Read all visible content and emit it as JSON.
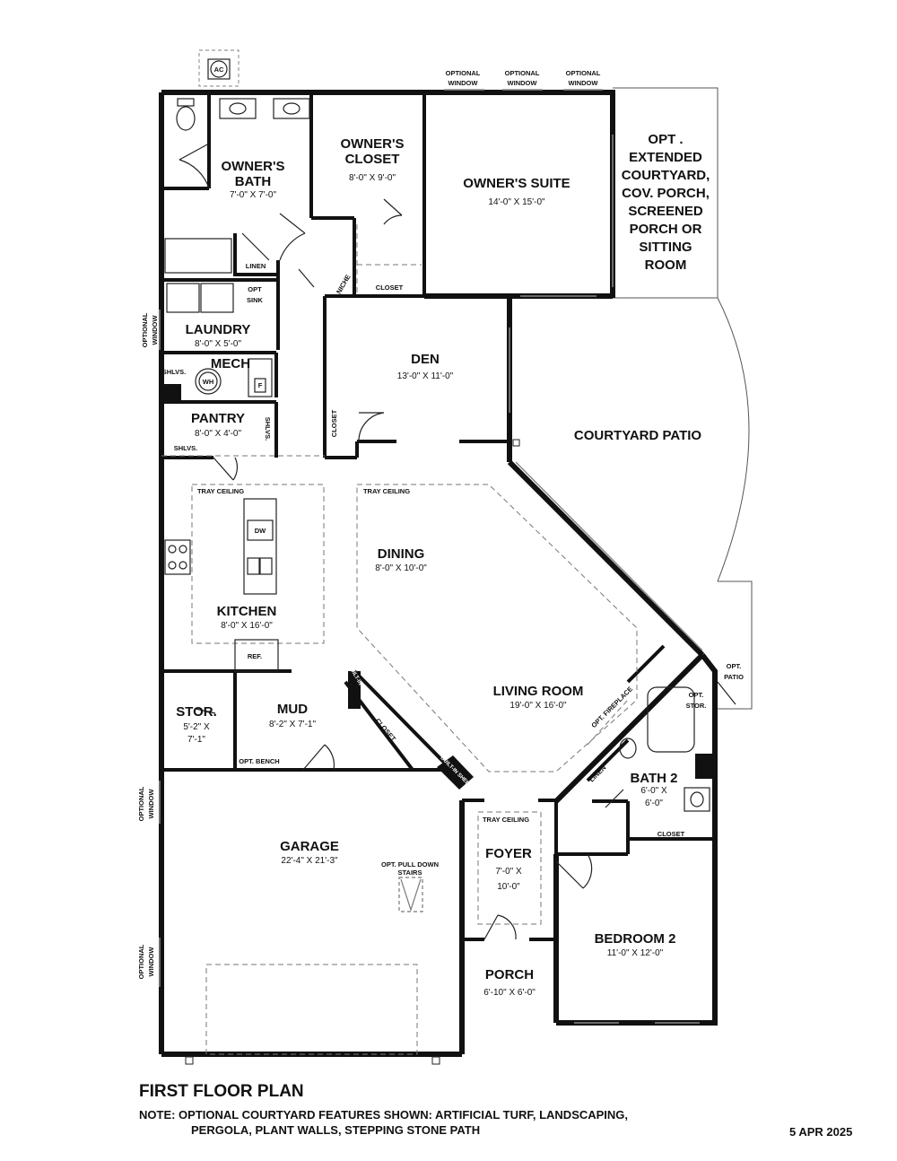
{
  "plan": {
    "title": "FIRST FLOOR PLAN",
    "note_line1": "NOTE: OPTIONAL COURTYARD FEATURES SHOWN: ARTIFICIAL TURF, LANDSCAPING,",
    "note_line2": "PERGOLA, PLANT WALLS, STEPPING STONE PATH",
    "date": "5 APR 2025"
  },
  "rooms": {
    "owners_bath": {
      "name": "OWNER'S BATH",
      "name_l1": "OWNER'S",
      "name_l2": "BATH",
      "dim": "7'-0\" X 7'-0\""
    },
    "owners_closet": {
      "name_l1": "OWNER'S",
      "name_l2": "CLOSET",
      "dim": "8'-0\" X 9'-0\""
    },
    "owners_suite": {
      "name": "OWNER'S SUITE",
      "dim": "14'-0\" X 15'-0\""
    },
    "laundry": {
      "name": "LAUNDRY",
      "dim": "8'-0\" X 5'-0\""
    },
    "mech": {
      "name": "MECH"
    },
    "pantry": {
      "name": "PANTRY",
      "dim": "8'-0\" X 4'-0\""
    },
    "den": {
      "name": "DEN",
      "dim": "13'-0\" X 11'-0\""
    },
    "courtyard_patio": {
      "name": "COURTYARD PATIO"
    },
    "kitchen": {
      "name": "KITCHEN",
      "dim": "8'-0\" X  16'-0\""
    },
    "dining": {
      "name": "DINING",
      "dim": "8'-0\" X 10'-0\""
    },
    "living_room": {
      "name": "LIVING ROOM",
      "dim": "19'-0\" X 16'-0\""
    },
    "stor": {
      "name": "STOR.",
      "dim_l1": "5'-2\" X",
      "dim_l2": "7'-1\""
    },
    "mud": {
      "name": "MUD",
      "dim": "8'-2\" X  7'-1\""
    },
    "garage": {
      "name": "GARAGE",
      "dim": "22'-4\" X 21'-3\""
    },
    "foyer": {
      "name": "FOYER",
      "dim_l1": "7'-0\" X",
      "dim_l2": "10'-0\""
    },
    "porch": {
      "name": "PORCH",
      "dim": "6'-10\" X 6'-0\""
    },
    "bath2": {
      "name": "BATH 2",
      "dim_l1": "6'-0\" X",
      "dim_l2": "6'-0\""
    },
    "bedroom2": {
      "name": "BEDROOM 2",
      "dim": "11'-0\" X 12'-0\""
    },
    "opt_courtyard": {
      "lines": [
        "OPT .",
        "EXTENDED",
        "COURTYARD,",
        "COV. PORCH,",
        "SCREENED",
        "PORCH OR",
        "SITTING",
        "ROOM"
      ]
    }
  },
  "labels": {
    "ac": "AC",
    "opt_window": "OPTIONAL",
    "opt_window2": "WINDOW",
    "linen": "LINEN",
    "closet": "CLOSET",
    "niche": "NICHE",
    "opt_sink_l1": "OPT",
    "opt_sink_l2": "SINK",
    "shlvs": "SHLVS.",
    "wh": "WH",
    "f": "F",
    "tray_ceiling": "TRAY CEILING",
    "dw": "DW",
    "ref": "REF.",
    "built_in_shelves": "BUILT-IN SHELVES",
    "opt_bench": "OPT. BENCH",
    "opt_fireplace": "OPT. FIREPLACE",
    "opt_patio_l1": "OPT.",
    "opt_patio_l2": "PATIO",
    "opt_stor_l1": "OPT.",
    "opt_stor_l2": "STOR.",
    "opt_pull_l1": "OPT. PULL DOWN",
    "opt_pull_l2": "STAIRS"
  }
}
